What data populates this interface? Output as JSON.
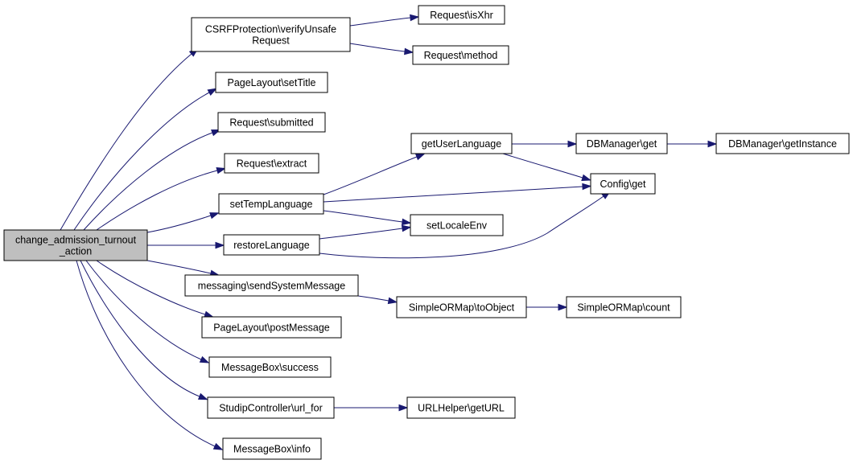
{
  "graph": {
    "edge_color": "#191970",
    "root_fill": "#bfbfbf",
    "node_fill": "#ffffff",
    "nodes": [
      {
        "id": "root",
        "lines": [
          "change_admission_turnout",
          "_action"
        ],
        "root": true
      },
      {
        "id": "csrf",
        "lines": [
          "CSRFProtection\\verifyUnsafe",
          "Request"
        ]
      },
      {
        "id": "isxhr",
        "lines": [
          "Request\\isXhr"
        ]
      },
      {
        "id": "method",
        "lines": [
          "Request\\method"
        ]
      },
      {
        "id": "settitle",
        "lines": [
          "PageLayout\\setTitle"
        ]
      },
      {
        "id": "submitted",
        "lines": [
          "Request\\submitted"
        ]
      },
      {
        "id": "extract",
        "lines": [
          "Request\\extract"
        ]
      },
      {
        "id": "settemp",
        "lines": [
          "setTempLanguage"
        ]
      },
      {
        "id": "restore",
        "lines": [
          "restoreLanguage"
        ]
      },
      {
        "id": "getuserlang",
        "lines": [
          "getUserLanguage"
        ]
      },
      {
        "id": "dbget",
        "lines": [
          "DBManager\\get"
        ]
      },
      {
        "id": "dbinst",
        "lines": [
          "DBManager\\getInstance"
        ]
      },
      {
        "id": "configget",
        "lines": [
          "Config\\get"
        ]
      },
      {
        "id": "setlocale",
        "lines": [
          "setLocaleEnv"
        ]
      },
      {
        "id": "sendsys",
        "lines": [
          "messaging\\sendSystemMessage"
        ]
      },
      {
        "id": "toobject",
        "lines": [
          "SimpleORMap\\toObject"
        ]
      },
      {
        "id": "count",
        "lines": [
          "SimpleORMap\\count"
        ]
      },
      {
        "id": "postmsg",
        "lines": [
          "PageLayout\\postMessage"
        ]
      },
      {
        "id": "success",
        "lines": [
          "MessageBox\\success"
        ]
      },
      {
        "id": "urlfor",
        "lines": [
          "StudipController\\url_for"
        ]
      },
      {
        "id": "geturl",
        "lines": [
          "URLHelper\\getURL"
        ]
      },
      {
        "id": "info",
        "lines": [
          "MessageBox\\info"
        ]
      }
    ],
    "edges": [
      {
        "from": "root",
        "to": "csrf"
      },
      {
        "from": "csrf",
        "to": "isxhr"
      },
      {
        "from": "csrf",
        "to": "method"
      },
      {
        "from": "root",
        "to": "settitle"
      },
      {
        "from": "root",
        "to": "submitted"
      },
      {
        "from": "root",
        "to": "extract"
      },
      {
        "from": "root",
        "to": "settemp"
      },
      {
        "from": "settemp",
        "to": "getuserlang"
      },
      {
        "from": "getuserlang",
        "to": "dbget"
      },
      {
        "from": "dbget",
        "to": "dbinst"
      },
      {
        "from": "getuserlang",
        "to": "configget"
      },
      {
        "from": "settemp",
        "to": "configget"
      },
      {
        "from": "settemp",
        "to": "setlocale"
      },
      {
        "from": "root",
        "to": "restore"
      },
      {
        "from": "restore",
        "to": "setlocale"
      },
      {
        "from": "restore",
        "to": "configget"
      },
      {
        "from": "root",
        "to": "sendsys"
      },
      {
        "from": "sendsys",
        "to": "toobject"
      },
      {
        "from": "toobject",
        "to": "count"
      },
      {
        "from": "root",
        "to": "postmsg"
      },
      {
        "from": "root",
        "to": "success"
      },
      {
        "from": "root",
        "to": "urlfor"
      },
      {
        "from": "urlfor",
        "to": "geturl"
      },
      {
        "from": "root",
        "to": "info"
      }
    ]
  }
}
